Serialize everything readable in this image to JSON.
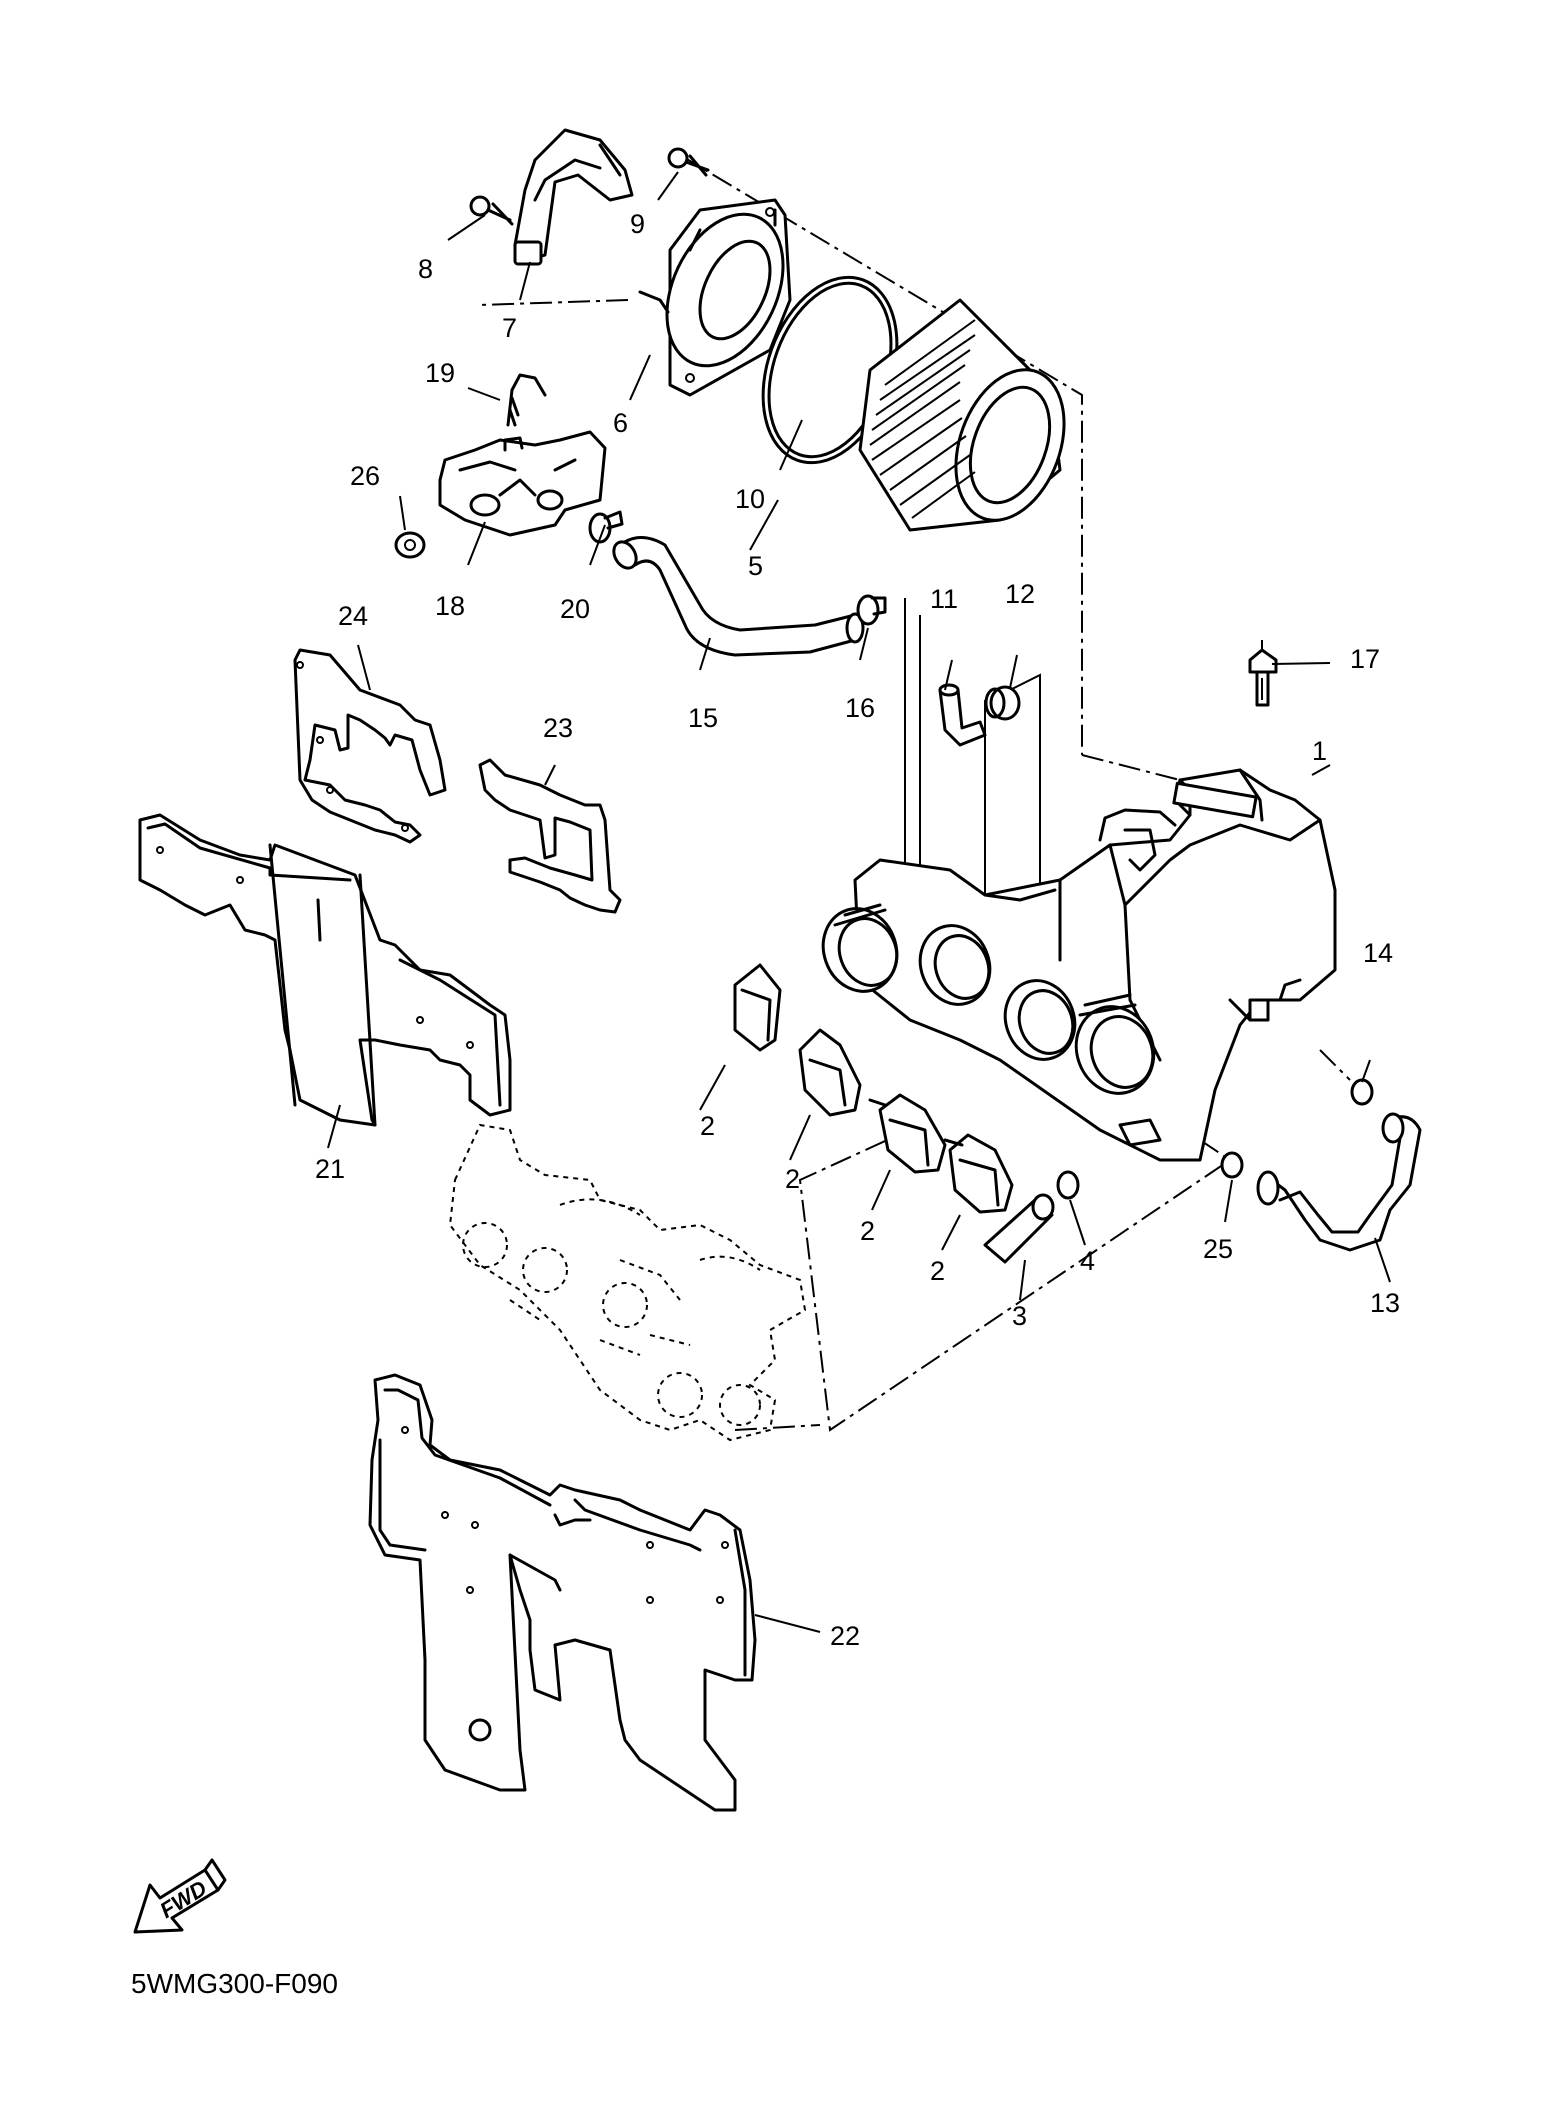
{
  "diagram_code": "5WMG300-F090",
  "fwd_label": "FWD",
  "labels": {
    "n1": "1",
    "n2a": "2",
    "n2b": "2",
    "n2c": "2",
    "n2d": "2",
    "n3": "3",
    "n4": "4",
    "n5": "5",
    "n6": "6",
    "n7": "7",
    "n8": "8",
    "n9": "9",
    "n10": "10",
    "n11": "11",
    "n12": "12",
    "n13": "13",
    "n14": "14",
    "n15": "15",
    "n16": "16",
    "n17": "17",
    "n18": "18",
    "n19": "19",
    "n20": "20",
    "n21": "21",
    "n22": "22",
    "n23": "23",
    "n24": "24",
    "n25": "25",
    "n26": "26"
  }
}
